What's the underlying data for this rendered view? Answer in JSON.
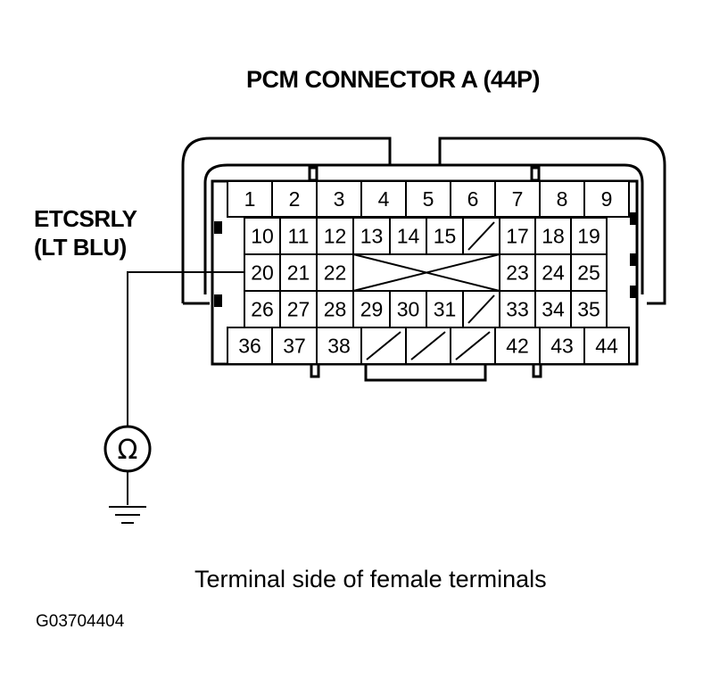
{
  "title": "PCM CONNECTOR A (44P)",
  "wire_label": {
    "line1": "ETCSRLY",
    "line2": "(LT BLU)"
  },
  "caption": "Terminal side of female terminals",
  "figure_id": "G03704404",
  "meter_symbol": "Ω",
  "meter_icon": "ohmmeter-icon",
  "ground_icon": "ground-icon",
  "connector": {
    "row1": [
      "1",
      "2",
      "3",
      "4",
      "5",
      "6",
      "7",
      "8",
      "9"
    ],
    "row2": [
      "10",
      "11",
      "12",
      "13",
      "14",
      "15",
      "",
      "17",
      "18",
      "19"
    ],
    "row3": [
      "20",
      "21",
      "22",
      "",
      "23",
      "24",
      "25"
    ],
    "row4": [
      "26",
      "27",
      "28",
      "29",
      "30",
      "31",
      "",
      "33",
      "34",
      "35"
    ],
    "row5": [
      "36",
      "37",
      "38",
      "",
      "",
      "",
      "42",
      "43",
      "44"
    ],
    "probed_terminal": "20"
  }
}
